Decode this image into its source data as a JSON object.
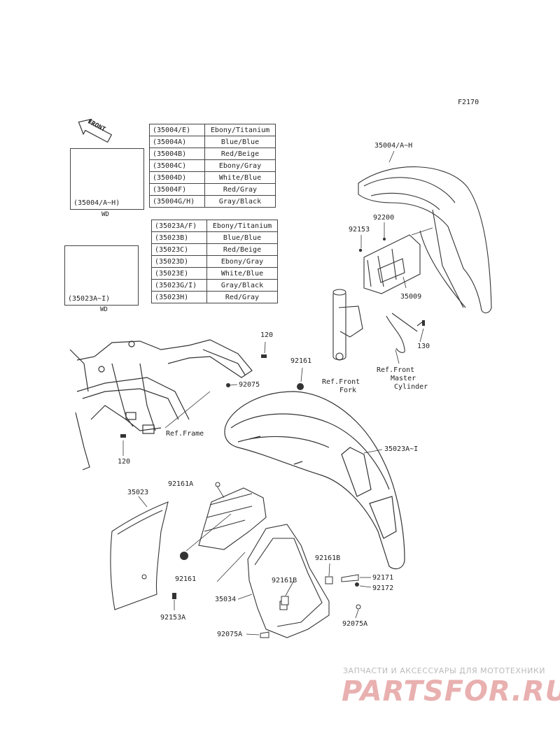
{
  "diagram_code": "F2170",
  "front_label": "FRONT",
  "table_front_fender": {
    "rows": [
      [
        "(35004/E)",
        "Ebony/Titanium"
      ],
      [
        "(35004A)",
        "Blue/Blue"
      ],
      [
        "(35004B)",
        "Red/Beige"
      ],
      [
        "(35004C)",
        "Ebony/Gray"
      ],
      [
        "(35004D)",
        "White/Blue"
      ],
      [
        "(35004F)",
        "Red/Gray"
      ],
      [
        "(35004G/H)",
        "Gray/Black"
      ]
    ]
  },
  "table_rear_fender": {
    "rows": [
      [
        "(35023A/F)",
        "Ebony/Titanium"
      ],
      [
        "(35023B)",
        "Blue/Blue"
      ],
      [
        "(35023C)",
        "Red/Beige"
      ],
      [
        "(35023D)",
        "Ebony/Gray"
      ],
      [
        "(35023E)",
        "White/Blue"
      ],
      [
        "(35023G/I)",
        "Gray/Black"
      ],
      [
        "(35023H)",
        "Red/Gray"
      ]
    ]
  },
  "thumb_front": {
    "caption": "(35004/A~H)",
    "wd": "WD"
  },
  "thumb_rear": {
    "caption": "(35023A~I)",
    "wd": "WD"
  },
  "labels": {
    "p35004": "35004/A~H",
    "p92200": "92200",
    "p92153": "92153",
    "p35009": "35009",
    "p130": "130",
    "ref_master_1": "Ref.Front",
    "ref_master_2": "Master",
    "ref_master_3": "Cylinder",
    "ref_fork_1": "Ref.Front",
    "ref_fork_2": "Fork",
    "p120_top": "120",
    "p92161_top": "92161",
    "p92075": "92075",
    "ref_frame": "Ref.Frame",
    "p120_bottom": "120",
    "p35023A": "35023A~I",
    "p92161A": "92161A",
    "p35023": "35023",
    "p92161_mid": "92161",
    "p92161B_1": "92161B",
    "p92161B_2": "92161B",
    "p92171": "92171",
    "p92172": "92172",
    "p35034": "35034",
    "p92153A": "92153A",
    "p92075A_1": "92075A",
    "p92075A_2": "92075A"
  },
  "watermark": {
    "text": "ЗАПЧАСТИ И АКСЕССУАРЫ ДЛЯ МОТОТЕХНИКИ",
    "logo": "PARTSFOR.RU"
  },
  "colors": {
    "line": "#333333",
    "watermark_logo": "#e9b0b0",
    "watermark_text": "#bbbbbb"
  }
}
